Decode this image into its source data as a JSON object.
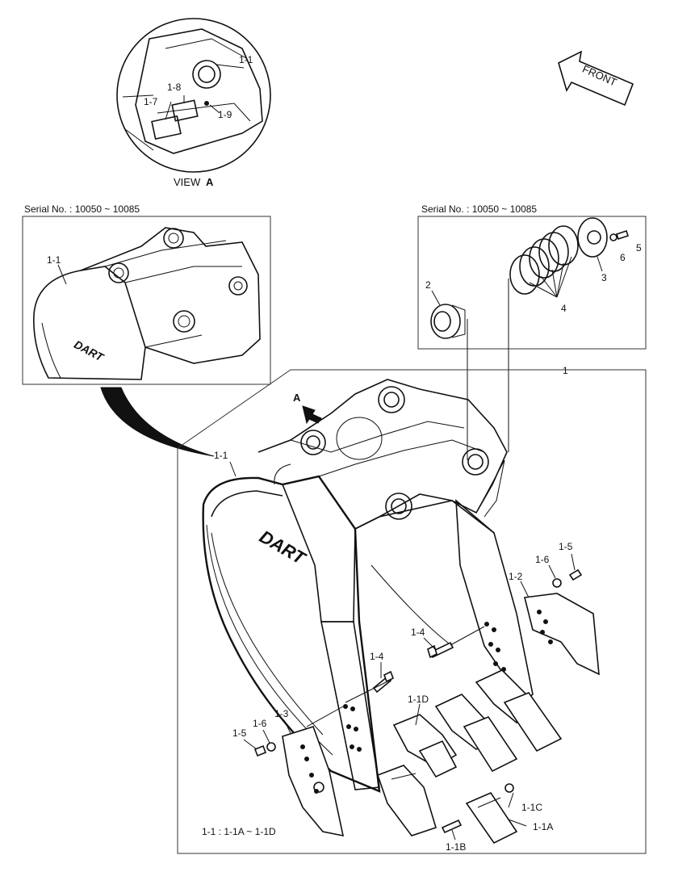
{
  "view_label": "VIEW",
  "view_letter": "A",
  "front_label": "FRONT",
  "serial_left": "Serial No. : 10050 ~ 10085",
  "serial_right": "Serial No. : 10050 ~ 10085",
  "legend_note": "1-1 : 1-1A ~ 1-1D",
  "callouts": {
    "c_1_1_top": "1-1",
    "c_1_7": "1-7",
    "c_1_8": "1-8",
    "c_1_9": "1-9",
    "c_1_1_left": "1-1",
    "c_2": "2",
    "c_3": "3",
    "c_4": "4",
    "c_5": "5",
    "c_6": "6",
    "c_1": "1",
    "c_A": "A",
    "c_1_1_main": "1-1",
    "c_1_5_r": "1-5",
    "c_1_6_r": "1-6",
    "c_1_2": "1-2",
    "c_1_4_r": "1-4",
    "c_1_4_l": "1-4",
    "c_1_1D": "1-1D",
    "c_1_3": "1-3",
    "c_1_6_l": "1-6",
    "c_1_5_l": "1-5",
    "c_1_1C": "1-1C",
    "c_1_1A": "1-1A",
    "c_1_1B": "1-1B"
  },
  "logo_text": "DART"
}
